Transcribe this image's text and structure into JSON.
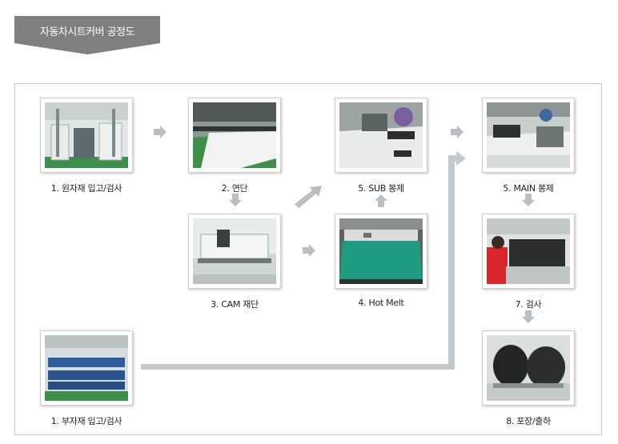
{
  "title": "자동차시트커버 공정도",
  "colors": {
    "banner": "#7f7f7f",
    "arrow": "#b8bec2",
    "line": "#c3c9cc",
    "frame": "#c9c9c9"
  },
  "steps": [
    {
      "id": "raw-material",
      "label": "1. 원자재 입고/검사"
    },
    {
      "id": "spreading",
      "label": "2. 연단"
    },
    {
      "id": "cam-cutting",
      "label": "3. CAM 재단"
    },
    {
      "id": "hot-melt",
      "label": "4. Hot Melt"
    },
    {
      "id": "sub-sewing",
      "label": "5. SUB 봉제"
    },
    {
      "id": "main-sewing",
      "label": "5. MAIN 봉제"
    },
    {
      "id": "inspection",
      "label": "7. 검사"
    },
    {
      "id": "packing",
      "label": "8. 포장/출하"
    },
    {
      "id": "sub-material",
      "label": "1. 부자재 입고/검사"
    }
  ]
}
